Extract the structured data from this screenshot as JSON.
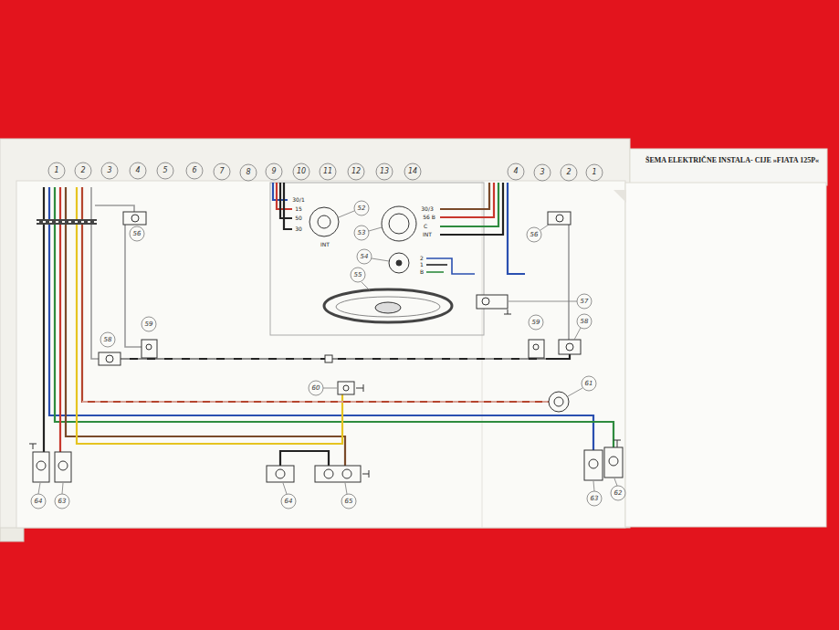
{
  "diagram": {
    "title": "ŠEMA ELEKTRIČNE INSTALA- CIJE »FIATA 125P«",
    "labels": [
      "1",
      "2",
      "3",
      "4",
      "5",
      "6",
      "7",
      "8",
      "9",
      "10",
      "11",
      "12",
      "13",
      "14",
      "4",
      "3",
      "2",
      "1",
      "56",
      "56",
      "52",
      "53",
      "54",
      "55",
      "57",
      "58",
      "59",
      "59",
      "58",
      "60",
      "61",
      "64",
      "63",
      "64",
      "65",
      "63",
      "62",
      "30/1",
      "15",
      "50",
      "30",
      "INT",
      "30/3",
      "56 B",
      "C",
      "INT",
      "2",
      "1",
      "B"
    ]
  }
}
